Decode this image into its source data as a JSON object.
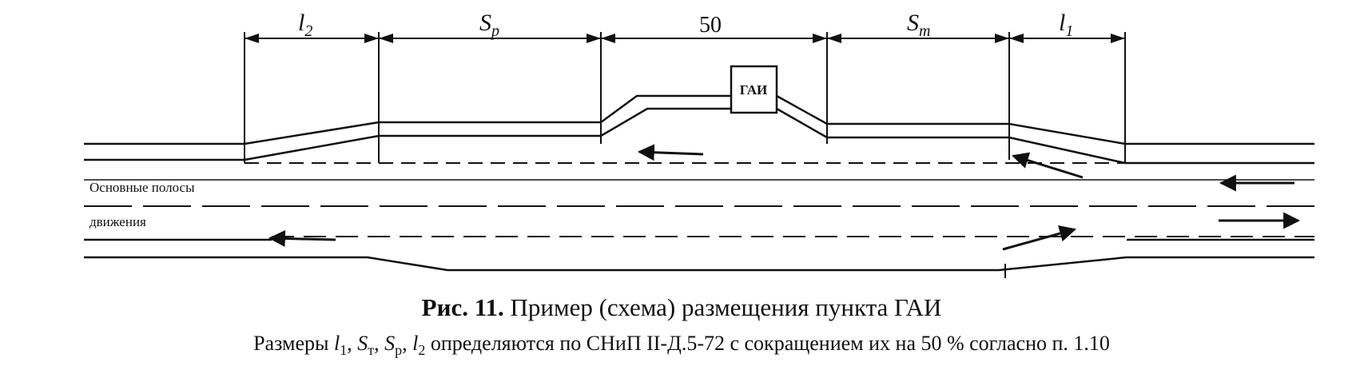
{
  "figure": {
    "dimensions": {
      "l2": {
        "symbol": "l",
        "sub": "2"
      },
      "sp": {
        "symbol": "S",
        "sub": "р"
      },
      "d50": "50",
      "st": {
        "symbol": "S",
        "sub": "т"
      },
      "l1": {
        "symbol": "l",
        "sub": "1"
      }
    },
    "post_label": "ГАИ",
    "lane_note_line1": "Основные полосы",
    "lane_note_line2": "движения"
  },
  "caption": {
    "fig_ref": "Рис. 11.",
    "title": " Пример (схема) размещения пункта ГАИ",
    "note_prefix": "Размеры ",
    "note_vars": [
      {
        "symbol": "l",
        "sub": "1"
      },
      {
        "symbol": "S",
        "sub": "т"
      },
      {
        "symbol": "S",
        "sub": "р"
      },
      {
        "symbol": "l",
        "sub": "2"
      }
    ],
    "note_separator": ", ",
    "note_suffix": " определяются по СНиП II-Д.5-72 с сокращением их на 50 % согласно п. 1.10"
  },
  "colors": {
    "ink": "#111111",
    "background": "#ffffff"
  }
}
